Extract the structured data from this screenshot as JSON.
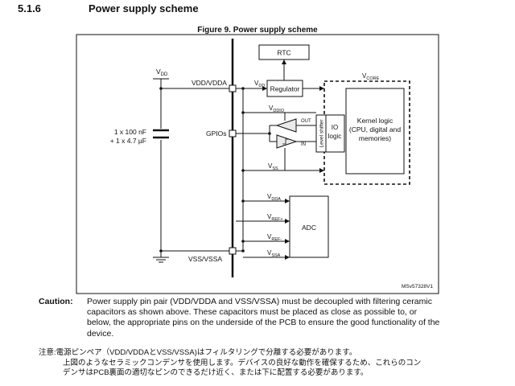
{
  "section": {
    "number": "5.1.6",
    "title": "Power supply scheme"
  },
  "figure": {
    "caption": "Figure 9. Power supply scheme",
    "code": "MSv57328V1",
    "labels": {
      "vdd_left": "V",
      "vdd_left_sub": "DD",
      "vdd_vdda": "VDD/VDDA",
      "gpios": "GPIOs",
      "vss_vssa": "VSS/VSSA",
      "caps_line1": "1 x 100 nF",
      "caps_line2": "+ 1 x 4.7 µF",
      "rtc": "RTC",
      "regulator": "Regulator",
      "vdd_reg": "V",
      "vdd_reg_sub": "DD",
      "vcore": "V",
      "vcore_sub": "CORE",
      "vddio": "V",
      "vddio_sub": "DDIO",
      "out": "OUT",
      "in": "IN",
      "level_shifter": "Level shifter",
      "io_logic_1": "IO",
      "io_logic_2": "logic",
      "kernel_1": "Kernel logic",
      "kernel_2": "(CPU, digital and",
      "kernel_3": "memories)",
      "vss_core": "V",
      "vss_core_sub": "SS",
      "vdda": "V",
      "vdda_sub": "DDA",
      "vrefp": "V",
      "vrefp_sub": "REF+",
      "vrefm": "V",
      "vrefm_sub": "REF-",
      "vssa": "V",
      "vssa_sub": "SSA",
      "adc": "ADC"
    }
  },
  "caution": {
    "label": "Caution:",
    "text": "Power supply pin pair (VDD/VDDA and VSS/VSSA) must be decoupled with filtering ceramic capacitors as shown above. These capacitors must be placed as close as possible to, or below, the appropriate pins on the underside of the PCB to ensure the good functionality of the device."
  },
  "note_jp": {
    "line1": "注意:電源ピンペア（VDD/VDDAとVSS/VSSA)はフィルタリングで分離する必要があります。",
    "line2": "上図のようなセラミックコンデンサを使用します。デバイスの良好な動作を確保するため、これらのコン",
    "line3": "デンサはPCB裏面の適切なピンのできるだけ近く、または下に配置する必要があります。"
  }
}
